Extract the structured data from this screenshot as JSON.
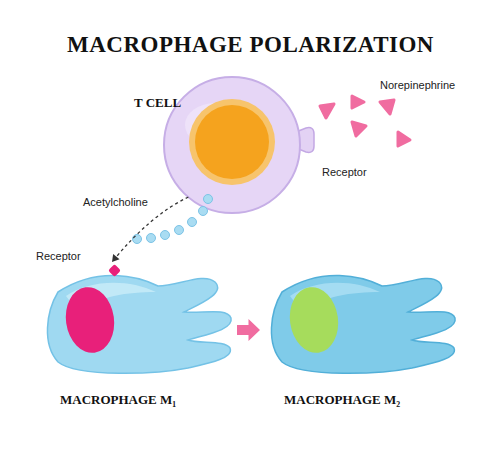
{
  "diagram": {
    "title": "MACROPHAGE POLARIZATION",
    "nodes": [
      {
        "text": [
          "T CELL"
        ]
      },
      {
        "text": [
          "MACROPHAGE M₁"
        ]
      },
      {
        "text": [
          "MACROPHAGE M₂"
        ]
      }
    ],
    "edges": [
      {
        "from": 0,
        "to": 1,
        "label": "Acetylcholine",
        "arrow": "to"
      },
      {
        "from": 1,
        "to": 2,
        "arrow": "to"
      }
    ],
    "labels": [
      "Norepinephrine",
      "Receptor",
      "Receptor"
    ]
  }
}
